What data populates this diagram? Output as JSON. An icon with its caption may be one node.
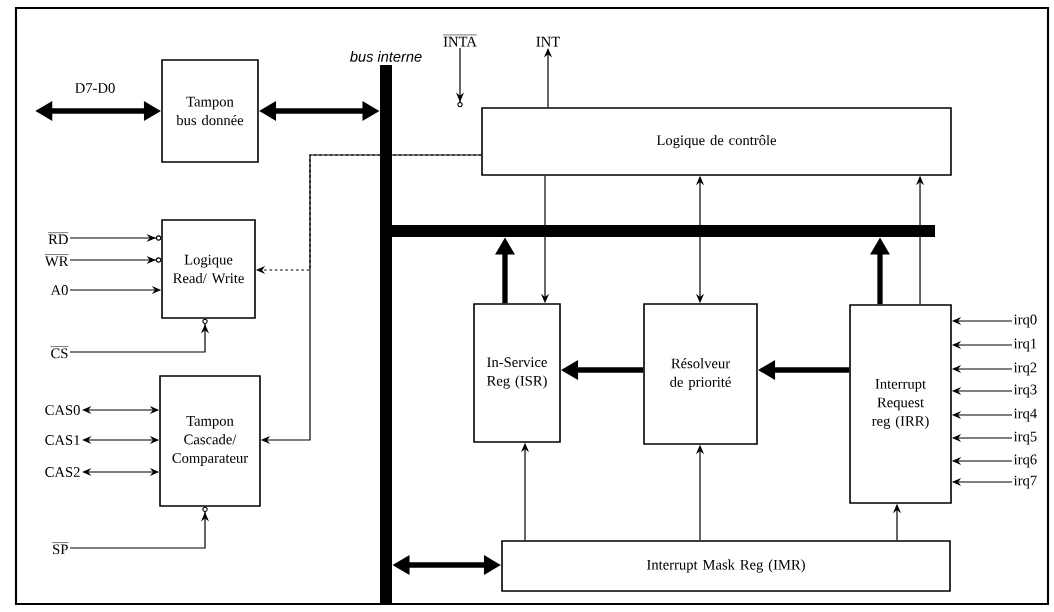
{
  "diagram": {
    "nodes": [
      {
        "text": [
          "bus interne"
        ]
      },
      {
        "text": [],
        "shape": "bar"
      },
      {
        "text": [
          "Tampon bus donnée"
        ]
      },
      {
        "text": [
          "Logique Read/ Write"
        ]
      },
      {
        "text": [
          "Tampon Cascade/ Comparateur"
        ]
      },
      {
        "text": [
          "Logique de contrôle"
        ]
      },
      {
        "text": [
          "In-Service Reg (ISR)"
        ]
      },
      {
        "text": [
          "Résolveur de priorité"
        ]
      },
      {
        "text": [
          "Interrupt Request reg (IRR)"
        ]
      },
      {
        "text": [
          "Interrupt Mask Reg (IMR)"
        ]
      },
      {
        "text": [
          "RD"
        ]
      },
      {
        "text": [
          "WR"
        ]
      },
      {
        "text": [
          "A0"
        ]
      },
      {
        "text": [
          "CS"
        ]
      },
      {
        "text": [
          "CAS0"
        ]
      },
      {
        "text": [
          "CAS1"
        ]
      },
      {
        "text": [
          "CAS2"
        ]
      },
      {
        "text": [
          "SP"
        ]
      },
      {
        "text": [
          "INTA"
        ]
      },
      {
        "text": [
          "INT"
        ]
      },
      {
        "text": [
          "irq0"
        ]
      },
      {
        "text": [
          "irq1"
        ]
      },
      {
        "text": [
          "irq2"
        ]
      },
      {
        "text": [
          "irq3"
        ]
      },
      {
        "text": [
          "irq4"
        ]
      },
      {
        "text": [
          "irq5"
        ]
      },
      {
        "text": [
          "irq6"
        ]
      },
      {
        "text": [
          "irq7"
        ]
      }
    ],
    "edges": [
      {
        "from": null,
        "to": 2,
        "arrow": "both",
        "style": "thick",
        "label": "D7-D0"
      },
      {
        "from": 2,
        "to": 0,
        "arrow": "both",
        "style": "thick"
      },
      {
        "from": 10,
        "to": 3,
        "arrow": "to"
      },
      {
        "from": 11,
        "to": 3,
        "arrow": "to"
      },
      {
        "from": 12,
        "to": 3,
        "arrow": "to"
      },
      {
        "from": 13,
        "to": 3,
        "arrow": "to"
      },
      {
        "from": 5,
        "to": 4,
        "arrow": "to"
      },
      {
        "from": 5,
        "to": 3,
        "arrow": "to",
        "style": "dashed"
      },
      {
        "from": 14,
        "to": 4,
        "arrow": "both"
      },
      {
        "from": 15,
        "to": 4,
        "arrow": "both"
      },
      {
        "from": 16,
        "to": 4,
        "arrow": "both"
      },
      {
        "from": 17,
        "to": 4,
        "arrow": "to"
      },
      {
        "from": 18,
        "to": 5,
        "arrow": "to"
      },
      {
        "from": 5,
        "to": 19,
        "arrow": "to"
      },
      {
        "from": 5,
        "to": 6,
        "arrow": "to"
      },
      {
        "from": 5,
        "to": 7,
        "arrow": "both"
      },
      {
        "from": 8,
        "to": 5,
        "arrow": "to"
      },
      {
        "from": 6,
        "to": 1,
        "arrow": "to",
        "style": "thick"
      },
      {
        "from": 8,
        "to": 1,
        "arrow": "to",
        "style": "thick"
      },
      {
        "from": 7,
        "to": 6,
        "arrow": "to",
        "style": "thick"
      },
      {
        "from": 8,
        "to": 7,
        "arrow": "to",
        "style": "thick"
      },
      {
        "from": 20,
        "to": 8,
        "arrow": "to"
      },
      {
        "from": 21,
        "to": 8,
        "arrow": "to"
      },
      {
        "from": 22,
        "to": 8,
        "arrow": "to"
      },
      {
        "from": 23,
        "to": 8,
        "arrow": "to"
      },
      {
        "from": 24,
        "to": 8,
        "arrow": "to"
      },
      {
        "from": 25,
        "to": 8,
        "arrow": "to"
      },
      {
        "from": 26,
        "to": 8,
        "arrow": "to"
      },
      {
        "from": 27,
        "to": 8,
        "arrow": "to"
      },
      {
        "from": 9,
        "to": 6,
        "arrow": "to"
      },
      {
        "from": 9,
        "to": 7,
        "arrow": "to"
      },
      {
        "from": 9,
        "to": 8,
        "arrow": "to"
      },
      {
        "from": 0,
        "to": 9,
        "arrow": "both",
        "style": "thick"
      }
    ]
  }
}
